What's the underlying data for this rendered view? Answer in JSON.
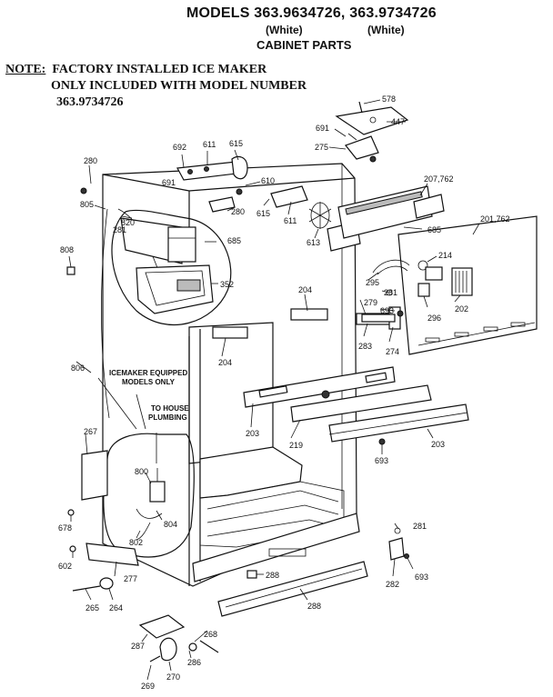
{
  "header": {
    "title": "MODELS 363.9634726, 363.9734726",
    "color_left": "(White)",
    "color_right": "(White)",
    "subtitle": "CABINET PARTS"
  },
  "note": {
    "label": "NOTE:",
    "line1": "FACTORY INSTALLED ICE MAKER",
    "line2": "ONLY INCLUDED WITH MODEL NUMBER",
    "line3": "363.9734726"
  },
  "callouts": {
    "icemaker_line1": "ICEMAKER EQUIPPED",
    "icemaker_line2": "MODELS ONLY",
    "plumbing_line1": "TO HOUSE",
    "plumbing_line2": "PLUMBING"
  },
  "parts": [
    {
      "id": "p578",
      "label": "578"
    },
    {
      "id": "p447",
      "label": "447"
    },
    {
      "id": "p691a",
      "label": "691"
    },
    {
      "id": "p275",
      "label": "275"
    },
    {
      "id": "p692",
      "label": "692"
    },
    {
      "id": "p611a",
      "label": "611"
    },
    {
      "id": "p615a",
      "label": "615"
    },
    {
      "id": "p280a",
      "label": "280"
    },
    {
      "id": "p691b",
      "label": "691"
    },
    {
      "id": "p610",
      "label": "610"
    },
    {
      "id": "p207",
      "label": "207,762"
    },
    {
      "id": "p805",
      "label": "805"
    },
    {
      "id": "p820",
      "label": "820"
    },
    {
      "id": "p280b",
      "label": "280"
    },
    {
      "id": "p615b",
      "label": "615"
    },
    {
      "id": "p611b",
      "label": "611"
    },
    {
      "id": "p613",
      "label": "613"
    },
    {
      "id": "p685a",
      "label": "685"
    },
    {
      "id": "p201",
      "label": "201,762"
    },
    {
      "id": "p281a",
      "label": "281"
    },
    {
      "id": "p685b",
      "label": "685"
    },
    {
      "id": "p808",
      "label": "808"
    },
    {
      "id": "p214",
      "label": "214"
    },
    {
      "id": "p352",
      "label": "352"
    },
    {
      "id": "p295",
      "label": "295"
    },
    {
      "id": "p281b",
      "label": "281"
    },
    {
      "id": "p204a",
      "label": "204"
    },
    {
      "id": "p279",
      "label": "279"
    },
    {
      "id": "p693a",
      "label": "693"
    },
    {
      "id": "p296",
      "label": "296"
    },
    {
      "id": "p202",
      "label": "202"
    },
    {
      "id": "p283",
      "label": "283"
    },
    {
      "id": "p274",
      "label": "274"
    },
    {
      "id": "p204b",
      "label": "204"
    },
    {
      "id": "p806",
      "label": "806"
    },
    {
      "id": "p203a",
      "label": "203"
    },
    {
      "id": "p219",
      "label": "219"
    },
    {
      "id": "p203b",
      "label": "203"
    },
    {
      "id": "p267",
      "label": "267"
    },
    {
      "id": "p693b",
      "label": "693"
    },
    {
      "id": "p800",
      "label": "800"
    },
    {
      "id": "p804",
      "label": "804"
    },
    {
      "id": "p802",
      "label": "802"
    },
    {
      "id": "p678",
      "label": "678"
    },
    {
      "id": "p281c",
      "label": "281"
    },
    {
      "id": "p602",
      "label": "602"
    },
    {
      "id": "p277",
      "label": "277"
    },
    {
      "id": "p288a",
      "label": "288"
    },
    {
      "id": "p282",
      "label": "282"
    },
    {
      "id": "p693c",
      "label": "693"
    },
    {
      "id": "p265",
      "label": "265"
    },
    {
      "id": "p264",
      "label": "264"
    },
    {
      "id": "p288b",
      "label": "288"
    },
    {
      "id": "p268",
      "label": "268"
    },
    {
      "id": "p287",
      "label": "287"
    },
    {
      "id": "p286",
      "label": "286"
    },
    {
      "id": "p269",
      "label": "269"
    },
    {
      "id": "p270",
      "label": "270"
    }
  ]
}
